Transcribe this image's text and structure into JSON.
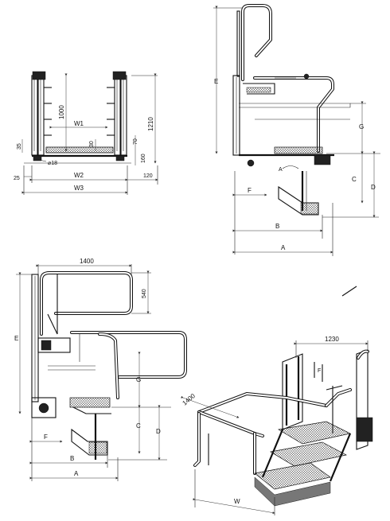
{
  "front_view": {
    "labels": {
      "w1": "W1",
      "w2": "W2",
      "w3": "W3",
      "h1000": "1000",
      "h1210": "1210",
      "h35": "35",
      "h30": "30",
      "h70": "70",
      "h160": "160",
      "d18": "⌀18",
      "w25": "25",
      "w120": "120"
    }
  },
  "side_view_top": {
    "labels": {
      "e": "E",
      "g": "G",
      "c": "C",
      "d": "D",
      "f": "F",
      "b": "B",
      "a": "A",
      "alpha": "A"
    }
  },
  "side_view_bottom": {
    "labels": {
      "w1400": "1400",
      "h540": "540",
      "e": "E",
      "g": "G",
      "c": "C",
      "d": "D",
      "f": "F",
      "b": "B",
      "a": "A"
    }
  },
  "iso_view": {
    "labels": {
      "w1230": "1230",
      "d1400": "1400",
      "f": "F",
      "w": "W"
    }
  }
}
